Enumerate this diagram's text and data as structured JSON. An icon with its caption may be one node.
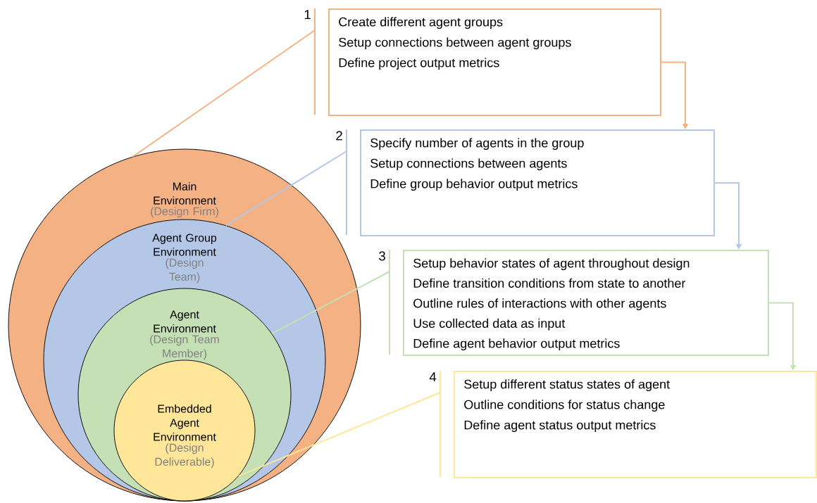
{
  "diagram": {
    "nodes": [
      {
        "text": [
          "Main Environment",
          "(Design Firm)"
        ]
      },
      {
        "text": [
          "Agent Group Environment",
          "(Design Team)"
        ],
        "in": 0
      },
      {
        "text": [
          "Agent Environment",
          "(Design Team Member)"
        ],
        "in": 1
      },
      {
        "text": [
          "Embedded Agent Environment",
          "(Design Deliverable)"
        ],
        "in": 2
      },
      {
        "text": [
          "Create different agent groups",
          "Setup connections between agent groups",
          "Define project output metrics"
        ],
        "beside": [
          "1"
        ]
      },
      {
        "text": [
          "Specify number of agents in the group",
          "Setup connections between agents",
          "Define group behavior output metrics"
        ],
        "beside": [
          "2"
        ]
      },
      {
        "text": [
          "Setup behavior states of agent throughout design",
          "Define transition conditions from state to another",
          "Outline rules of interactions with other agents",
          "Use collected data as input",
          "Define agent behavior output metrics"
        ],
        "beside": [
          "3"
        ]
      },
      {
        "text": [
          "Setup different status states of agent",
          "Outline conditions for status change",
          "Define agent status output metrics"
        ],
        "beside": [
          "4"
        ]
      }
    ],
    "edges": [
      {
        "from": 4,
        "to": 0,
        "arrow": "none",
        "color": "#f4b183"
      },
      {
        "from": 5,
        "to": 1,
        "arrow": "none",
        "color": "#b4c7e7"
      },
      {
        "from": 6,
        "to": 2,
        "arrow": "none",
        "color": "#c5e0b4"
      },
      {
        "from": 7,
        "to": 3,
        "arrow": "none",
        "color": "#ffe699"
      },
      {
        "from": 4,
        "to": 5,
        "arrow": "to",
        "color": "#f4b183"
      },
      {
        "from": 5,
        "to": 6,
        "arrow": "to",
        "color": "#b4c7e7"
      },
      {
        "from": 6,
        "to": 7,
        "arrow": "to",
        "color": "#c5e0b4"
      }
    ]
  }
}
